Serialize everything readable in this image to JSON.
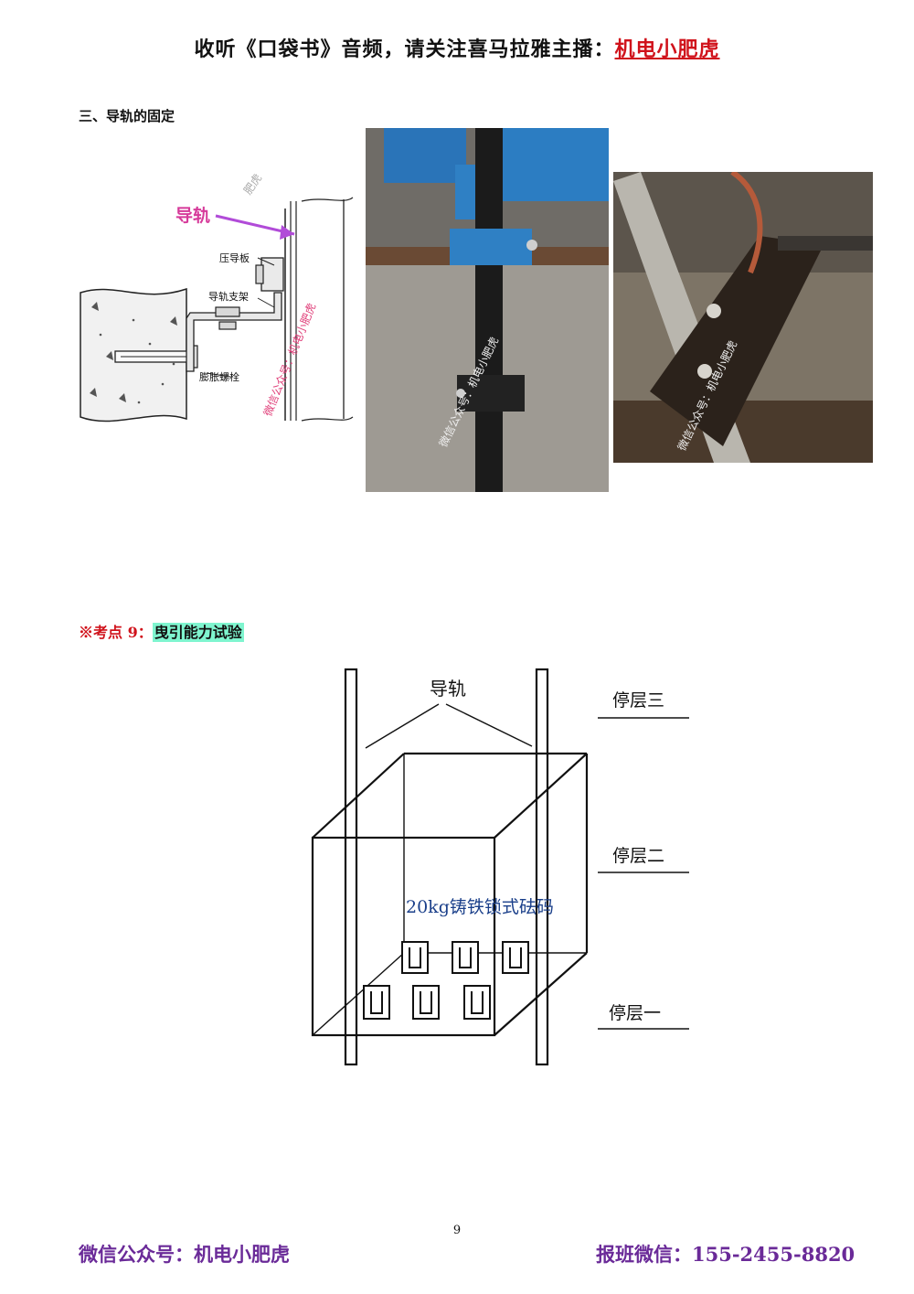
{
  "header": {
    "prefix": "收听《口袋书》音频，请关注喜马拉雅主播：",
    "highlight": "机电小肥虎"
  },
  "section": {
    "title": "三、导轨的固定"
  },
  "figure1": {
    "callout": "导轨",
    "labels": {
      "press_plate": "压导板",
      "bracket": "导轨支架",
      "bolt": "膨胀螺栓"
    },
    "watermark_top": "肥虎",
    "watermark": "微信公众号：机电小肥虎"
  },
  "photo2": {
    "watermark": "微信公众号：机电小肥虎"
  },
  "photo3": {
    "watermark": "微信公众号：机电小肥虎"
  },
  "kaodian": {
    "prefix": "※考点 9：",
    "topic": "曳引能力试验"
  },
  "figure2": {
    "rail_label": "导轨",
    "weights_label": "20kg铸铁锁式砝码",
    "floors": [
      "停层三",
      "停层二",
      "停层一"
    ]
  },
  "page": {
    "number": "9"
  },
  "footer": {
    "left": "微信公众号：机电小肥虎",
    "right": "报班微信：155-2455-8820"
  },
  "colors": {
    "accent_red": "#d0121b",
    "footer_purple": "#6a2a98",
    "highlight_green": "#7ff5cf",
    "callout_magenta": "#d63a9a"
  }
}
